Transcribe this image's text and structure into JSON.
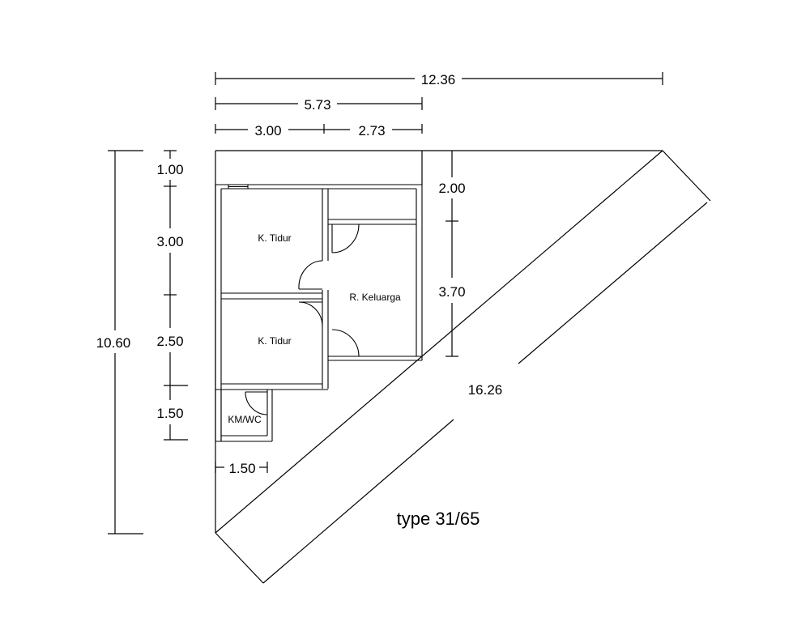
{
  "title": "type 31/65",
  "rooms": [
    {
      "name": "bedroom-1",
      "label": "K. Tidur"
    },
    {
      "name": "bedroom-2",
      "label": "K. Tidur"
    },
    {
      "name": "family-room",
      "label": "R. Keluarga"
    },
    {
      "name": "bathroom",
      "label": "KM/WC"
    }
  ],
  "dimensions": {
    "total_width": "12.36",
    "building_width": "5.73",
    "room_width_left": "3.00",
    "room_width_right": "2.73",
    "total_depth": "10.60",
    "setback_front": "1.00",
    "bedroom1_depth": "3.00",
    "bedroom2_depth": "2.50",
    "bathroom_depth": "1.50",
    "right_top": "2.00",
    "right_bottom": "3.70",
    "diagonal": "16.26",
    "bathroom_width": "1.50"
  }
}
